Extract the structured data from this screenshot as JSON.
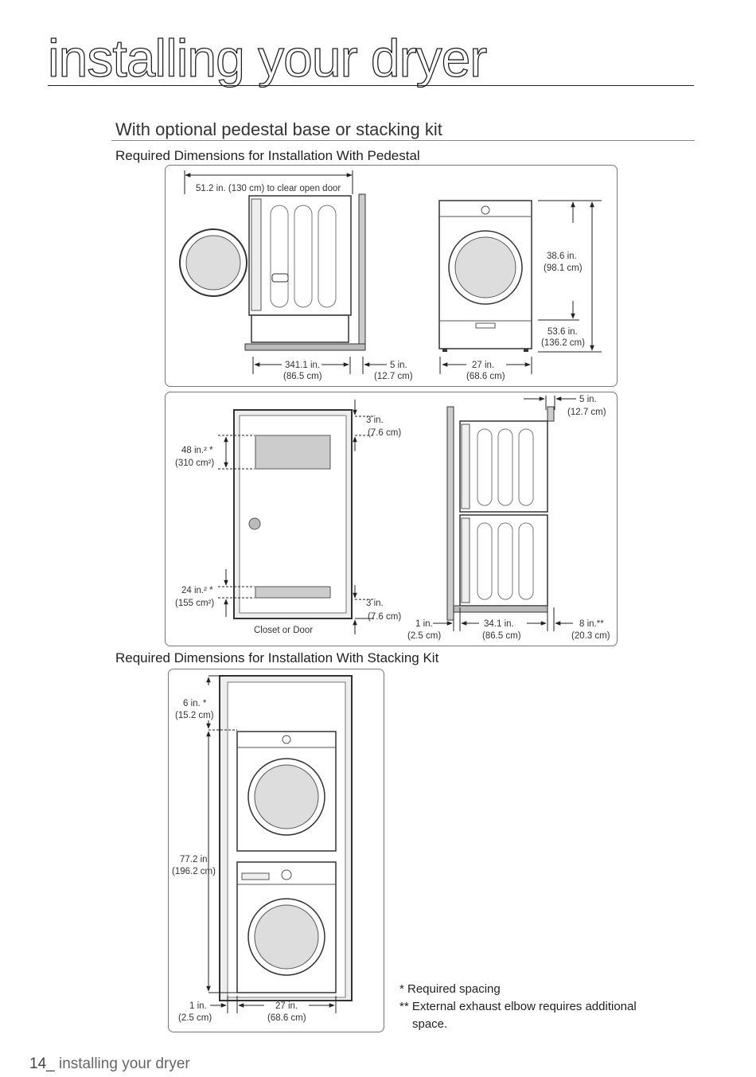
{
  "page": {
    "title": "installing your dryer",
    "subtitle": "With optional pedestal base or stacking kit",
    "footer_num": "14_",
    "footer_text": " installing your dryer"
  },
  "sections": {
    "pedestal_heading": "Required Dimensions for Installation With Pedestal",
    "stacking_heading": "Required Dimensions for Installation With Stacking Kit"
  },
  "panel1": {
    "door_clear": "51.2 in. (130 cm) to clear open door",
    "depth_in": "341.1 in.",
    "depth_cm": "(86.5 cm)",
    "gap_in": "5 in.",
    "gap_cm": "(12.7 cm)",
    "width_in": "27 in.",
    "width_cm": "(68.6 cm)",
    "h1_in": "38.6 in.",
    "h1_cm": "(98.1 cm)",
    "h2_in": "53.6 in.",
    "h2_cm": "(136.2 cm)"
  },
  "panel2": {
    "top_in": "3 in.",
    "top_cm": "(7.6 cm)",
    "vent_top_in": "48 in.² *",
    "vent_top_cm": "(310 cm²)",
    "vent_bot_in": "24 in.² *",
    "vent_bot_cm": "(155 cm²)",
    "bot_in": "3 in.",
    "bot_cm": "(7.6 cm)",
    "door_label": "Closet or Door",
    "rear_in": "5 in.",
    "rear_cm": "(12.7 cm)",
    "side_in": "1 in.",
    "side_cm": "(2.5 cm)",
    "depth_in": "34.1 in.",
    "depth_cm": "(86.5 cm)",
    "back_in": "8 in.**",
    "back_cm": "(20.3 cm)"
  },
  "panel3": {
    "top_in": "6 in. *",
    "top_cm": "(15.2 cm)",
    "height_in": "77.2 in.",
    "height_cm": "(196.2 cm)",
    "side_in": "1 in.",
    "side_cm": "(2.5 cm)",
    "width_in": "27 in.",
    "width_cm": "(68.6 cm)"
  },
  "notes": {
    "note1": "* Required spacing",
    "note2": "** External exhaust elbow requires additional",
    "note3": "space."
  }
}
